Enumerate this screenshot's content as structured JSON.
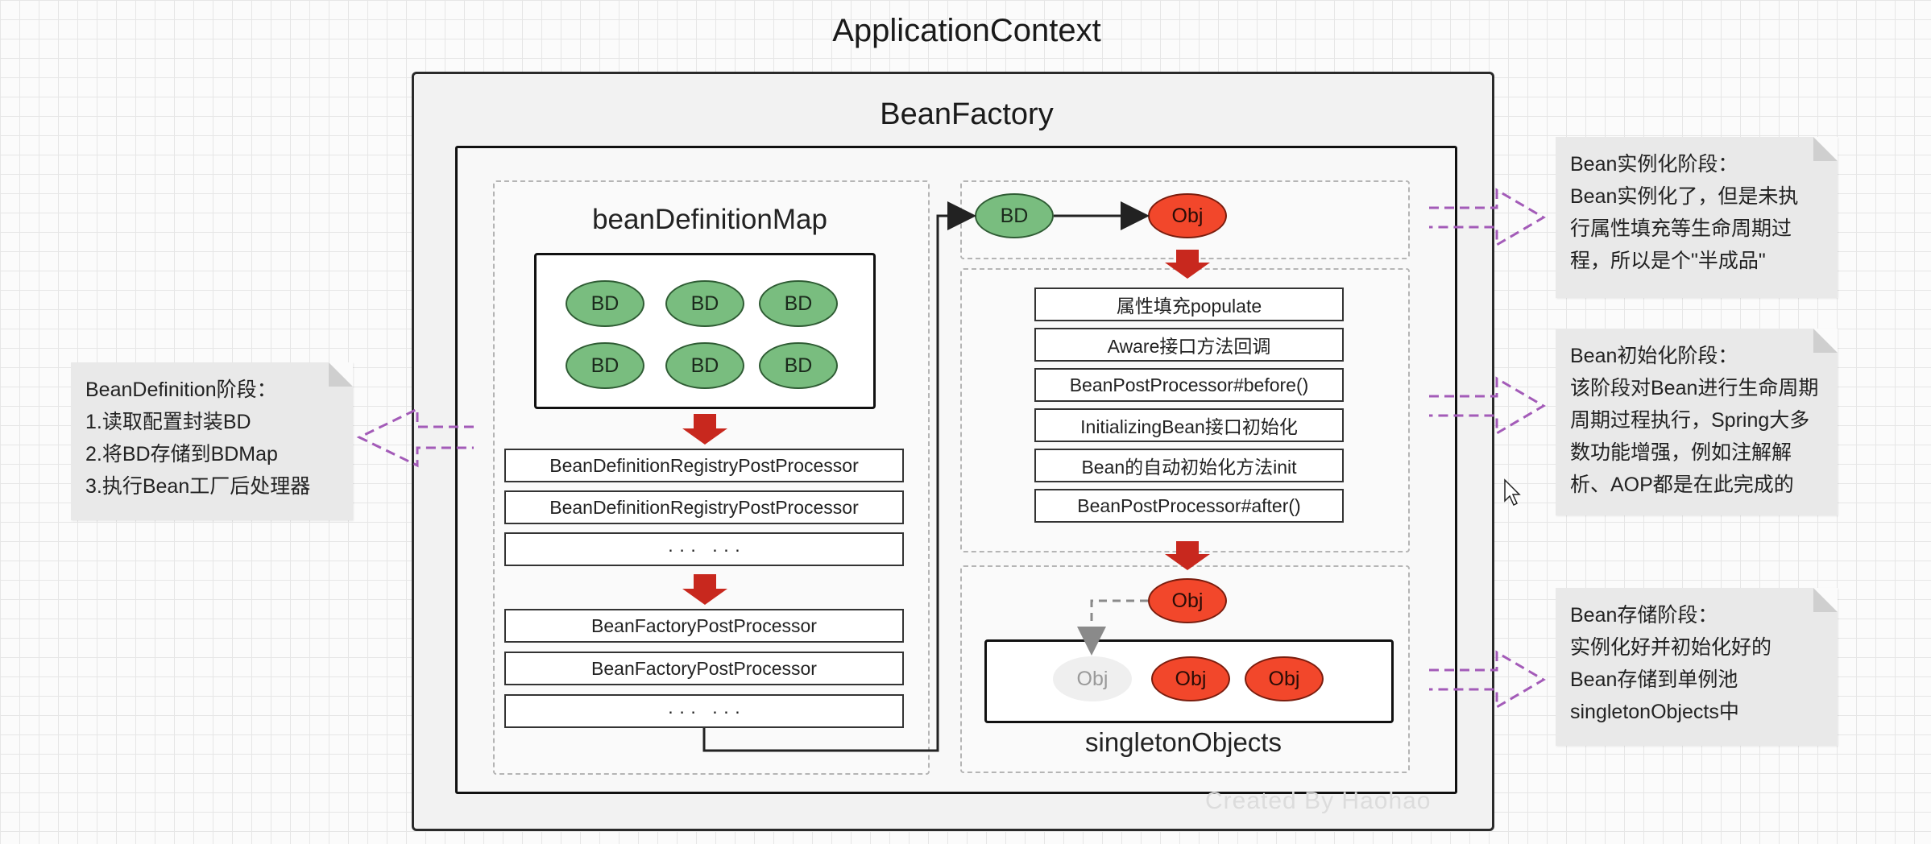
{
  "application_context": {
    "title": "ApplicationContext"
  },
  "bean_factory": {
    "title": "BeanFactory"
  },
  "bean_definition_map": {
    "title": "beanDefinitionMap",
    "bd_items": [
      "BD",
      "BD",
      "BD",
      "BD",
      "BD",
      "BD"
    ],
    "registry_processors": [
      "BeanDefinitionRegistryPostProcessor",
      "BeanDefinitionRegistryPostProcessor",
      "· · ·   · · ·"
    ],
    "factory_processors": [
      "BeanFactoryPostProcessor",
      "BeanFactoryPostProcessor",
      "· · ·   · · ·"
    ]
  },
  "instantiation": {
    "bd_label": "BD",
    "obj_label": "Obj"
  },
  "lifecycle_steps": [
    "属性填充populate",
    "Aware接口方法回调",
    "BeanPostProcessor#before()",
    "InitializingBean接口初始化",
    "Bean的自动初始化方法init",
    "BeanPostProcessor#after()"
  ],
  "singleton": {
    "title": "singletonObjects",
    "incoming_obj": "Obj",
    "pool": [
      "Obj",
      "Obj",
      "Obj"
    ]
  },
  "notes": {
    "bean_definition": [
      "BeanDefinition阶段：",
      "1.读取配置封装BD",
      "2.将BD存储到BDMap",
      "3.执行Bean工厂后处理器"
    ],
    "instantiation": [
      "Bean实例化阶段：",
      "Bean实例化了，但是未执",
      "行属性填充等生命周期过",
      "程，所以是个\"半成品\""
    ],
    "initialization": [
      "Bean初始化阶段：",
      "该阶段对Bean进行生命周期",
      "周期过程执行，Spring大多",
      "数功能增强，例如注解解",
      "析、AOP都是在此完成的"
    ],
    "storage": [
      "Bean存储阶段：",
      "实例化好并初始化好的",
      "Bean存储到单例池",
      "singletonObjects中"
    ]
  },
  "watermark": "Created By Haohao",
  "colors": {
    "bd_fill": "#79bd7f",
    "obj_fill": "#f2472b",
    "arrow_red": "#c8281e",
    "dash_purple": "#a35bb8"
  }
}
